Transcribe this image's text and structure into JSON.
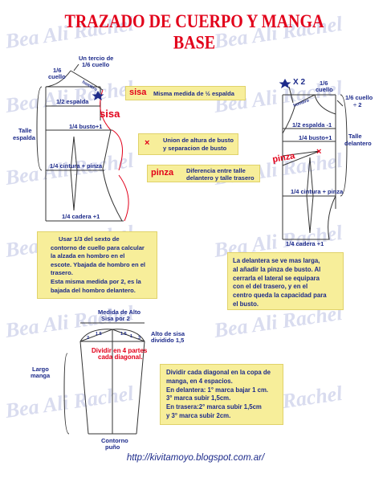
{
  "title": "TRAZADO DE CUERPO Y MANGA BASE",
  "watermark": "Bea Ali Rachel",
  "url": "http://kivitamoyo.blogspot.com.ar/",
  "colors": {
    "title": "#e2001a",
    "note_bg": "#f7ee9a",
    "note_text": "#1c2a8a",
    "accent_red": "#e2001a",
    "line": "#333333",
    "watermark": "#d9dcef",
    "star": "#1c2a8a"
  },
  "back_bodice": {
    "labels": {
      "tercio": "Un tercio de",
      "tercio2": "1/6 cuello",
      "sexto_cuello": "1/6",
      "sexto_cuello2": "cuello",
      "hombro": "hombro",
      "espalda": "1/2 espalda",
      "sisa": "sisa",
      "talle": "Talle",
      "talle2": "espalda",
      "busto": "1/4 busto+1",
      "cintura": "1/4 cintura + pinza",
      "cadera": "1/4 cadera +1"
    }
  },
  "front_bodice": {
    "labels": {
      "x2": "X 2",
      "sexto": "1/6",
      "cuello": "cuello",
      "sexto_cuello": "1/6 cuello",
      "div2": "÷ 2",
      "hombro": "hombro",
      "espalda": "1/2 espalda -1",
      "busto": "1/4 busto+1",
      "talle": "Talle",
      "talle2": "delantero",
      "pinza": "pinza",
      "cintura": "1/4 cintura + pinza",
      "cadera": "1/4 cadera +1"
    }
  },
  "legend": {
    "sisa_word": "sisa",
    "sisa_text": "Misma medida de ½ espalda",
    "union_mark": "×",
    "union_line1": "Union de altura de busto",
    "union_line2": "y separacion de busto",
    "pinza_word": "pinza",
    "pinza_line1": "Diferencia entre talle",
    "pinza_line2": "delantero y talle trasero"
  },
  "note_left": {
    "lines": [
      "Usar 1/3 del sexto de",
      "contorno de cuello para calcular",
      "la alzada en hombro en el",
      "escote. Ybajada de hombro en el",
      "trasero.",
      "Esta misma medida por 2, es la",
      "bajada del hombro delantero."
    ]
  },
  "note_right": {
    "lines": [
      "La delantera se ve mas larga,",
      "al añadir la pinza de busto. Al",
      "cerrarla el lateral se equipara",
      "con el del trasero, y en el",
      "centro queda la capacidad para",
      "el busto."
    ]
  },
  "sleeve": {
    "labels": {
      "medida": "Medida de Alto",
      "sisa_por2": "Sisa por 2",
      "alto": "Alto de sisa",
      "dividido": "dividido 1,5",
      "dividir1": "Dividir en 4 partes",
      "dividir2": "cada diagonal.",
      "largo": "Largo",
      "manga": "manga",
      "contorno": "Contorno",
      "puno": "puño",
      "m1": "1",
      "m15": "1.5",
      "m2": "2",
      "m15b": "1.5",
      "m3": "3"
    }
  },
  "note_sleeve": {
    "lines": [
      "Dividir cada diagonal en la copa de",
      "manga, en 4 espacios.",
      "En delantera: 1° marca bajar 1 cm.",
      "3° marca subir 1,5cm.",
      "En trasera:2° marca subir 1,5cm",
      "y 3° marca subir 2cm."
    ]
  }
}
